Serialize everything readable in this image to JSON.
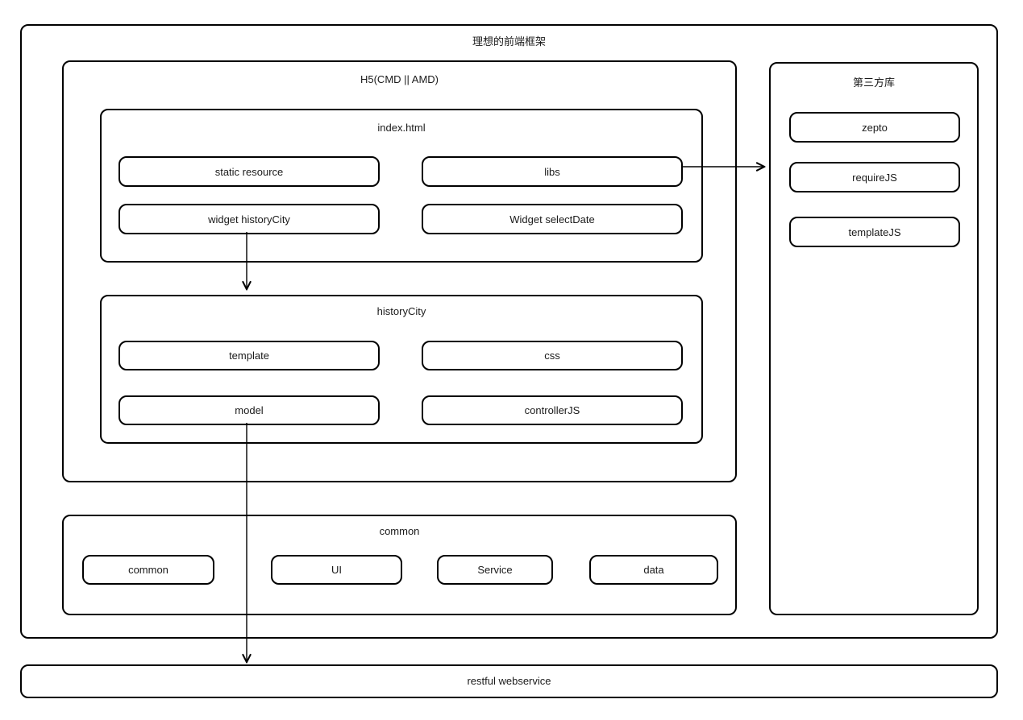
{
  "diagram": {
    "title": "理想的前端框架",
    "h5": {
      "title": "H5(CMD || AMD)",
      "index_html": {
        "title": "index.html",
        "items": [
          "static resource",
          "libs",
          "widget historyCity",
          "Widget selectDate"
        ]
      },
      "history_city": {
        "title": "historyCity",
        "items": [
          "template",
          "css",
          "model",
          "controllerJS"
        ]
      }
    },
    "third_party": {
      "title": "第三方库",
      "items": [
        "zepto",
        "requireJS",
        "templateJS"
      ]
    },
    "common": {
      "title": "common",
      "items": [
        "common",
        "UI",
        "Service",
        "data"
      ]
    },
    "restful": {
      "label": "restful webservice"
    },
    "connectors": [
      {
        "from": "libs",
        "to": "第三方库"
      },
      {
        "from": "widget historyCity",
        "to": "historyCity"
      },
      {
        "from": "model",
        "to": "restful webservice"
      }
    ],
    "colors": {
      "stroke": "#000000",
      "fill": "#ffffff",
      "text": "#1a1a1a"
    }
  }
}
